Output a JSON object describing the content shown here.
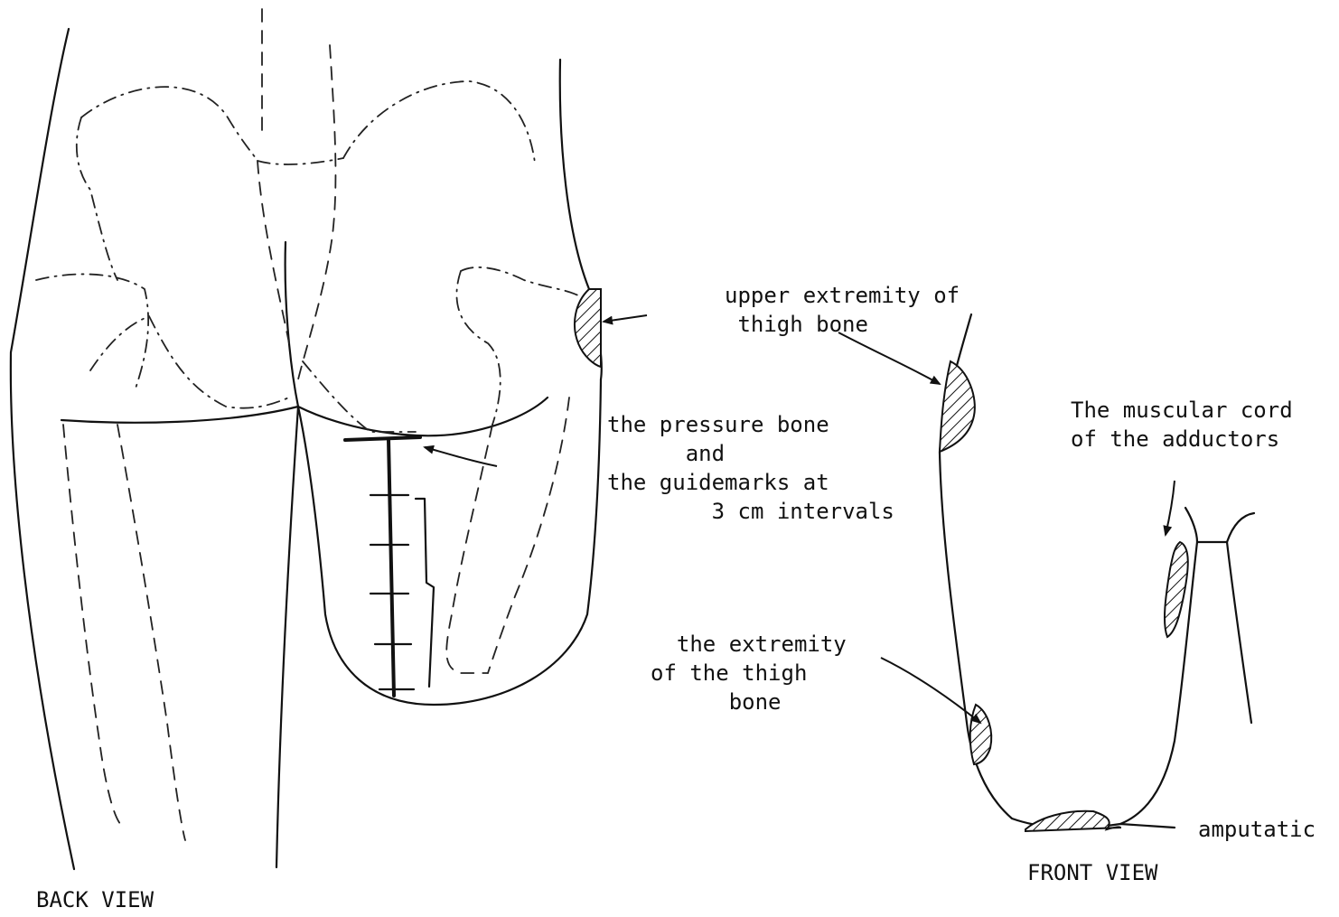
{
  "views": {
    "back": {
      "caption": "BACK VIEW"
    },
    "front": {
      "caption": "FRONT VIEW"
    }
  },
  "labels": {
    "upper_extremity": "upper extremity of\n thigh bone",
    "pressure_bone": "the pressure bone\n      and\nthe guidemarks at\n        3 cm intervals",
    "extremity_thigh": "  the extremity\nof the thigh\n      bone",
    "muscular_cord": "The muscular cord\nof the adductors",
    "amputation": "amputatic"
  },
  "icons": {
    "hatched_area": "diagonal-hatch",
    "pointer": "arrow"
  },
  "colors": {
    "ink": "#111111",
    "paper": "#ffffff"
  }
}
